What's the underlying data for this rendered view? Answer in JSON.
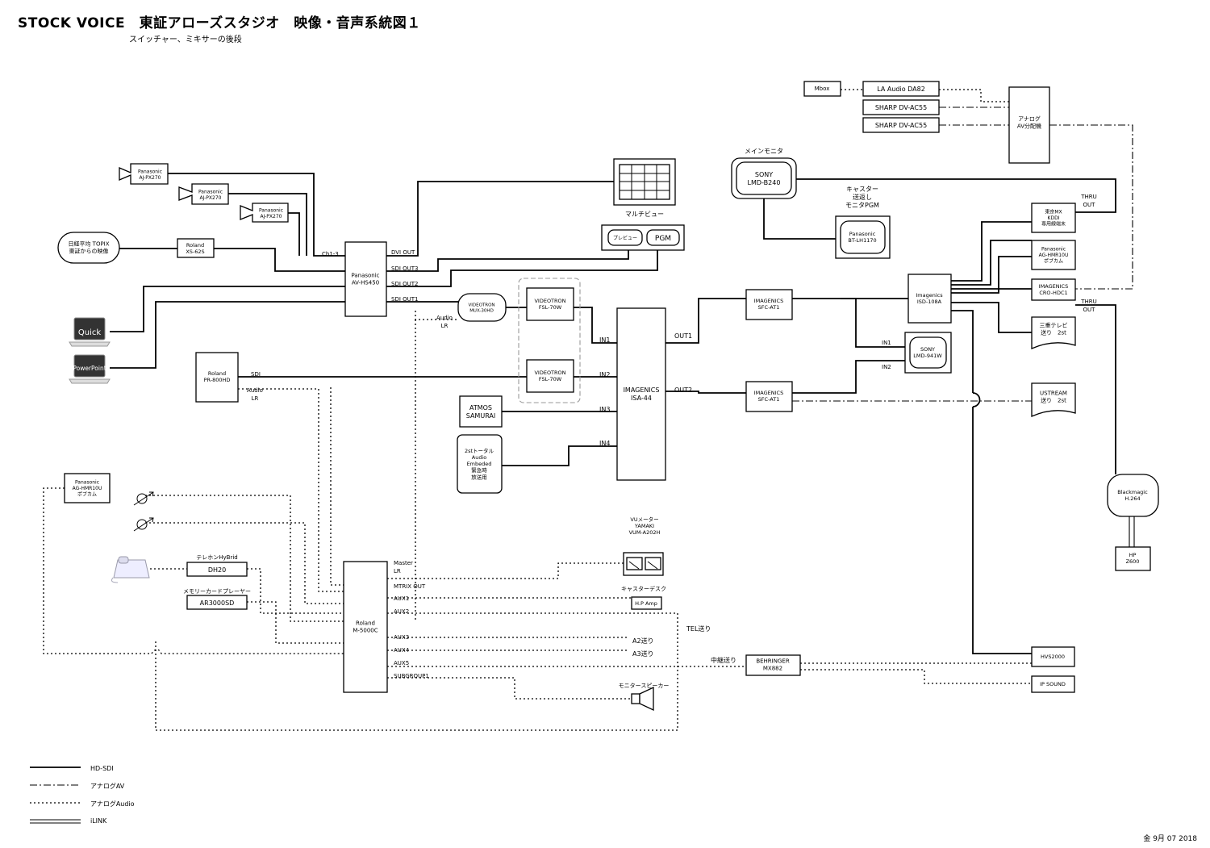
{
  "header": {
    "title": "STOCK VOICE　東証アローズスタジオ　映像・音声系統図１",
    "subtitle": "スイッチャー、ミキサーの後段"
  },
  "footer": {
    "date": "金 9月 07 2018"
  },
  "legend": [
    {
      "style": "solid",
      "label": "HD-SDI"
    },
    {
      "style": "dashdot",
      "label": "アナログAV"
    },
    {
      "style": "dotted",
      "label": "アナログAudio"
    },
    {
      "style": "double",
      "label": "iLINK"
    }
  ],
  "devices": {
    "mbox": [
      "Mbox"
    ],
    "la_audio": [
      "LA Audio DA82"
    ],
    "sharp1": [
      "SHARP DV-AC55"
    ],
    "sharp2": [
      "SHARP DV-AC55"
    ],
    "analog_av": [
      "アナログ",
      "AV分配機"
    ],
    "cam1": [
      "Panasonic",
      "AJ-PX270"
    ],
    "cam2": [
      "Panasonic",
      "AJ-PX270"
    ],
    "cam3": [
      "Panasonic",
      "AJ-PX270"
    ],
    "nikkei": [
      "日経平均 TOPIX",
      "東証からの映像"
    ],
    "roland_xs": [
      "Roland",
      "XS-62S"
    ],
    "hs450": [
      "Panasonic",
      "AV-HS450"
    ],
    "quick": [
      "Quick"
    ],
    "powerpoint": [
      "PowerPoint"
    ],
    "multiview_label": [
      "マルチビュー"
    ],
    "preview": [
      "プレビュー"
    ],
    "pgm": [
      "PGM"
    ],
    "main_monitor_label": [
      "メインモニタ"
    ],
    "sony_b240": [
      "SONY",
      "LMD-B240"
    ],
    "caster_label": [
      "キャスター",
      "送返し",
      "モニタPGM"
    ],
    "bt_lh1170": [
      "Panasonic",
      "BT-LH1170"
    ],
    "mux": [
      "VIDEOTRON",
      "MUX-30HD"
    ],
    "fsl1": [
      "VIDEOTRON",
      "FSL-70W"
    ],
    "fsl2": [
      "VIDEOTRON",
      "FSL-70W"
    ],
    "pr800": [
      "Roland",
      "PR-800HD"
    ],
    "atmos": [
      "ATMOS",
      "SAMURAI"
    ],
    "second_total": [
      "2stトータル",
      "Audio",
      "Embeded",
      "緊急時",
      "放送用"
    ],
    "isa44": [
      "IMAGENICS",
      "ISA-44"
    ],
    "sfc1": [
      "IMAGENICS",
      "SFC-AT1"
    ],
    "sfc2": [
      "IMAGENICS",
      "SFC-AT1"
    ],
    "isd108": [
      "Imagenics",
      "ISD-108A"
    ],
    "sony941": [
      "SONY",
      "LMD-941W"
    ],
    "tokyomx": [
      "東京MX",
      "KDDI",
      "専用線端末"
    ],
    "hmr10_right": [
      "Panasonic",
      "AG-HMR10U",
      "ポブカム"
    ],
    "cro_hdc1": [
      "IMAGENICS",
      "CRO-HDC1"
    ],
    "mie": [
      "三重テレビ",
      "送り　2st"
    ],
    "ustream": [
      "USTREAM",
      "送り　2st"
    ],
    "blackmagic": [
      "Blackmagic",
      "H.264"
    ],
    "hp": [
      "HP",
      "Z600"
    ],
    "hvs2000": [
      "HVS2000"
    ],
    "ipsound": [
      "IP SOUND"
    ],
    "behringer": [
      "BEHRINGER",
      "MX882"
    ],
    "hmr10_left": [
      "Panasonic",
      "AG-HMR10U",
      "ポブカム"
    ],
    "dh20": [
      "DH20"
    ],
    "ar3000": [
      "AR3000SD"
    ],
    "m5000": [
      "Roland",
      "M-5000C"
    ],
    "vu_label": [
      "VUメーター",
      "YAMAKI",
      "VUM-A202H"
    ],
    "caster_desk_label": [
      "キャスターデスク"
    ],
    "hp_amp": [
      "H.P Amp"
    ],
    "speaker_label": [
      "モニタースピーカー"
    ]
  },
  "labels": {
    "ch13": "Ch1-3",
    "dvi_out": "DVI OUT",
    "sdi_out3": "SDI OUT3",
    "sdi_out2": "SDI OUT2",
    "sdi_out1": "SDI OUT1",
    "audio_lr1": "Audio\nLR",
    "sdi": "SDI",
    "audio_lr2": "Audio\nLR",
    "in1": "IN1",
    "in2": "IN2",
    "in3": "IN3",
    "in4": "IN4",
    "out1": "OUT1",
    "out2": "OUT2",
    "sony_in1": "IN1",
    "sony_in2": "IN2",
    "thru_out1": "THRU\nOUT",
    "thru_out2": "THRU\nOUT",
    "telephone_hybrid": "テレホンHyBrid",
    "memory_card": "メモリーカードプレーヤー",
    "master_lr": "Master\nLR",
    "mtrix_out": "MTRIX OUT",
    "aux1": "AUX1",
    "aux2": "AUX2",
    "aux3": "AUX3",
    "aux4": "AUX4",
    "aux5": "AUX5",
    "subgroup1": "SUBGROUP1",
    "tel_send": "TEL送り",
    "a2_send": "A2送り",
    "a3_send": "A3送り",
    "relay_send": "中継送り"
  }
}
